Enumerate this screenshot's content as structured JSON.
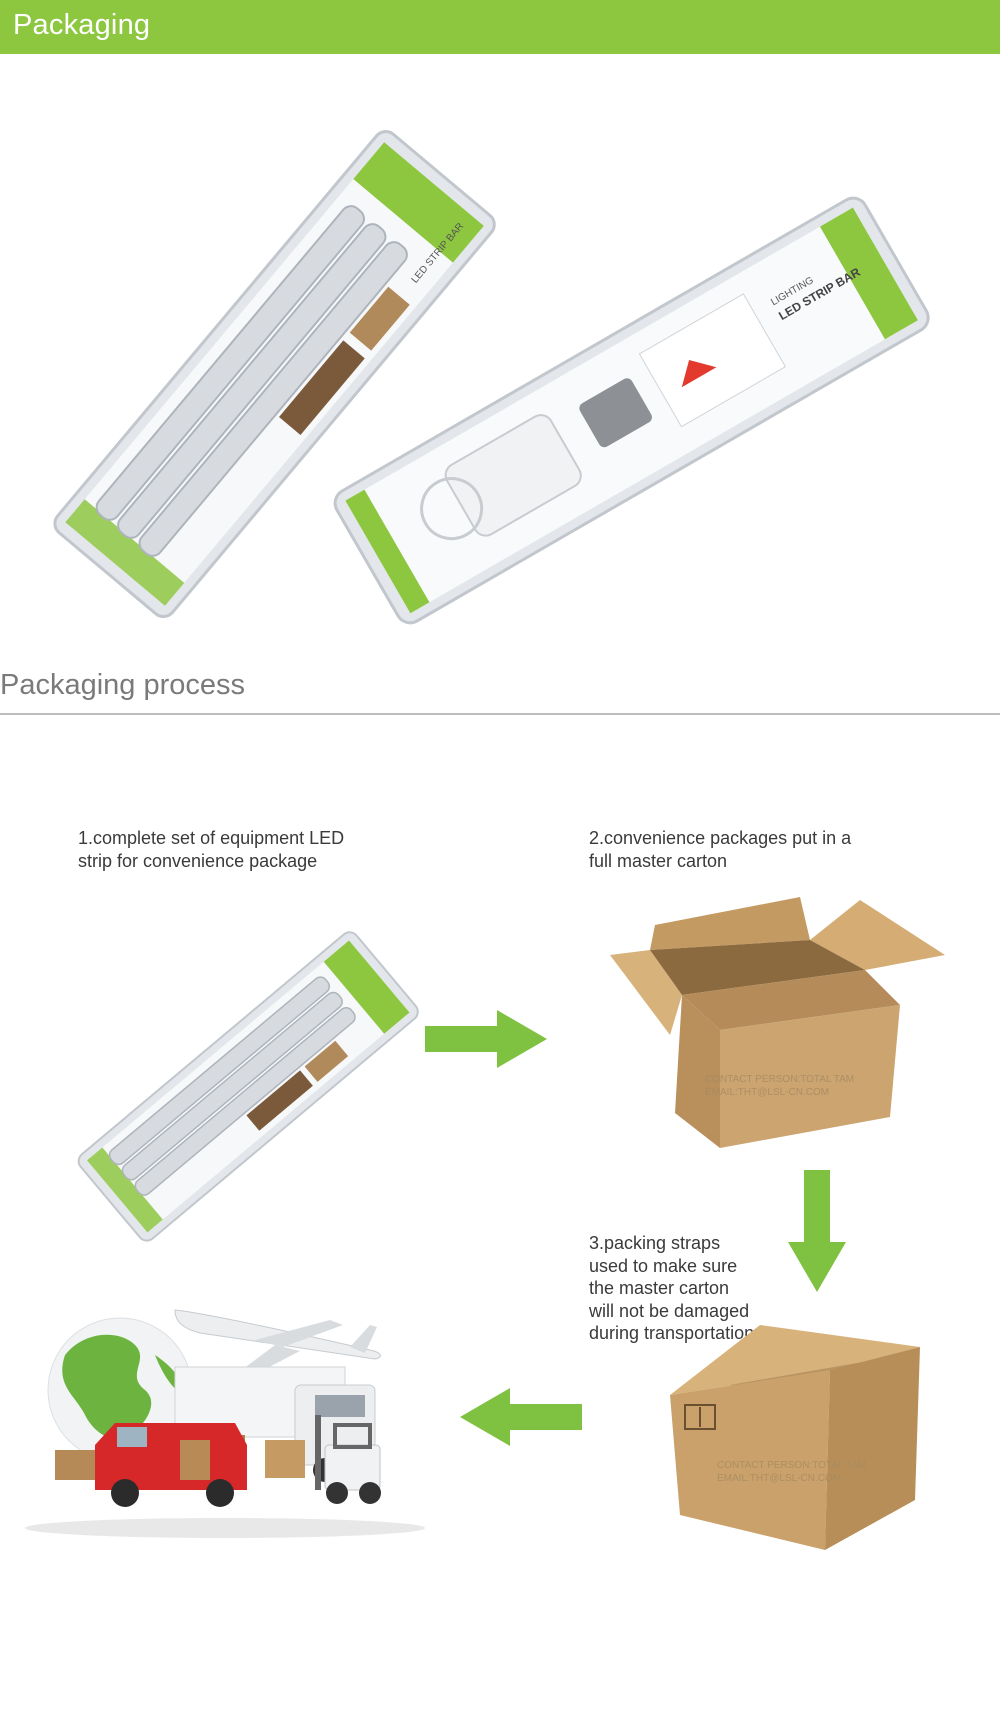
{
  "header": {
    "title": "Packaging"
  },
  "section": {
    "title": "Packaging process"
  },
  "steps": [
    {
      "caption_lines": [
        "1.complete set of equipment LED",
        "strip for convenience package"
      ]
    },
    {
      "caption_lines": [
        "2.convenience packages put in a",
        "full master carton"
      ]
    },
    {
      "caption_lines": [
        "3.packing straps",
        "used to make sure",
        "the master carton",
        "will not be damaged",
        "during transportation"
      ]
    }
  ],
  "carton_marks": {
    "open_box": [
      "CONTACT PERSON:TOTAL TAM",
      "EMAIL:THT@LSL-CN.COM"
    ],
    "closed_box": [
      "CONTACT PERSON:TOTAL TAM",
      "EMAIL:THT@LSL-CN.COM"
    ]
  },
  "packages": {
    "strip_pack": {
      "title": "LED STRIP BAR"
    },
    "driver_pack": {
      "brand": "LIGHTING",
      "title": "LED STRIP BAR"
    }
  },
  "colors": {
    "accent": "#8dc63f",
    "arrow": "#7fc241",
    "carton": "#c9a16b",
    "carton_dark": "#a77f4d"
  }
}
